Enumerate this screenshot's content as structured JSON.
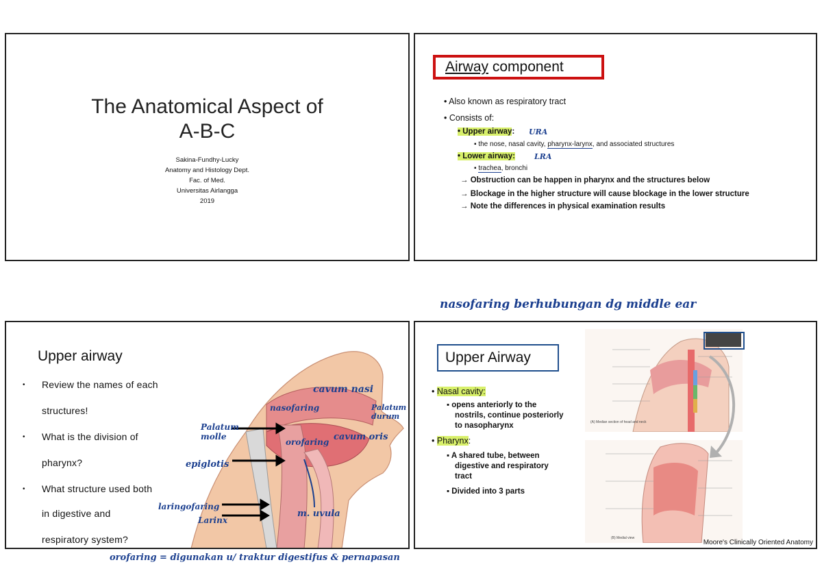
{
  "slide1": {
    "title_line1": "The Anatomical Aspect of",
    "title_line2": "A-B-C",
    "authors": "Sakina-Fundhy-Lucky",
    "dept": "Anatomy and Histology Dept.",
    "faculty": "Fac. of Med.",
    "university": "Universitas Airlangga",
    "year": "2019"
  },
  "slide2": {
    "title_bold": "Airway",
    "title_rest": " component",
    "bullet1": "Also known as respiratory tract",
    "bullet2": "Consists of:",
    "upper_label": "Upper airway",
    "upper_note": "URA",
    "upper_desc_a": "the nose, nasal cavity, ",
    "upper_desc_b": "pharynx-larynx",
    "upper_desc_c": ", and associated structures",
    "lower_label": "Lower airway:",
    "lower_note": "LRA",
    "lower_desc_a": "trachea",
    "lower_desc_b": ", bronchi",
    "arrow1": "→ Obstruction can be happen in pharynx and the structures below",
    "arrow2": "→ Blockage in the higher structure will cause blockage in the lower structure",
    "arrow3": "→ Note the differences in physical examination results"
  },
  "handwritten_top": "nasofaring berhubungan dg middle ear",
  "handwritten_bottom": "orofaring = digunakan u/ traktur digestifus & pernapasan",
  "slide3": {
    "title": "Upper airway",
    "lines": [
      "Review the names of each",
      "structures!",
      "What is the division of",
      "pharynx?",
      "What structure used both",
      "in digestive and",
      "respiratory system?"
    ],
    "notes": {
      "cavum_nasi": "cavum nasi",
      "nasofaring": "nasofaring",
      "palatum_durum": "Palatum durum",
      "palatum_molle": "Palatum molle",
      "orofaring": "orofaring",
      "cavum_oris": "cavum oris",
      "epiglotis": "epiglotis",
      "laringofaring": "laringofaring",
      "larinx": "Larinx",
      "m_uvula": "m. uvula"
    }
  },
  "slide4": {
    "title": "Upper Airway",
    "nasal_label": "Nasal cavity:",
    "nasal_desc": [
      "opens anteriorly to the",
      "nostrils, continue posteriorly",
      "to nasopharynx"
    ],
    "pharynx_label": "Pharynx",
    "pharynx_colon": ":",
    "pharynx_desc1": [
      "A shared tube, between",
      "digestive and respiratory",
      "tract"
    ],
    "pharynx_desc2": "Divided into 3 parts",
    "fig_a_caption": "(A) Median section of head and neck",
    "fig_b_caption": "(B) Medial view",
    "caption": "Moore's Clinically Oriented Anatomy"
  }
}
